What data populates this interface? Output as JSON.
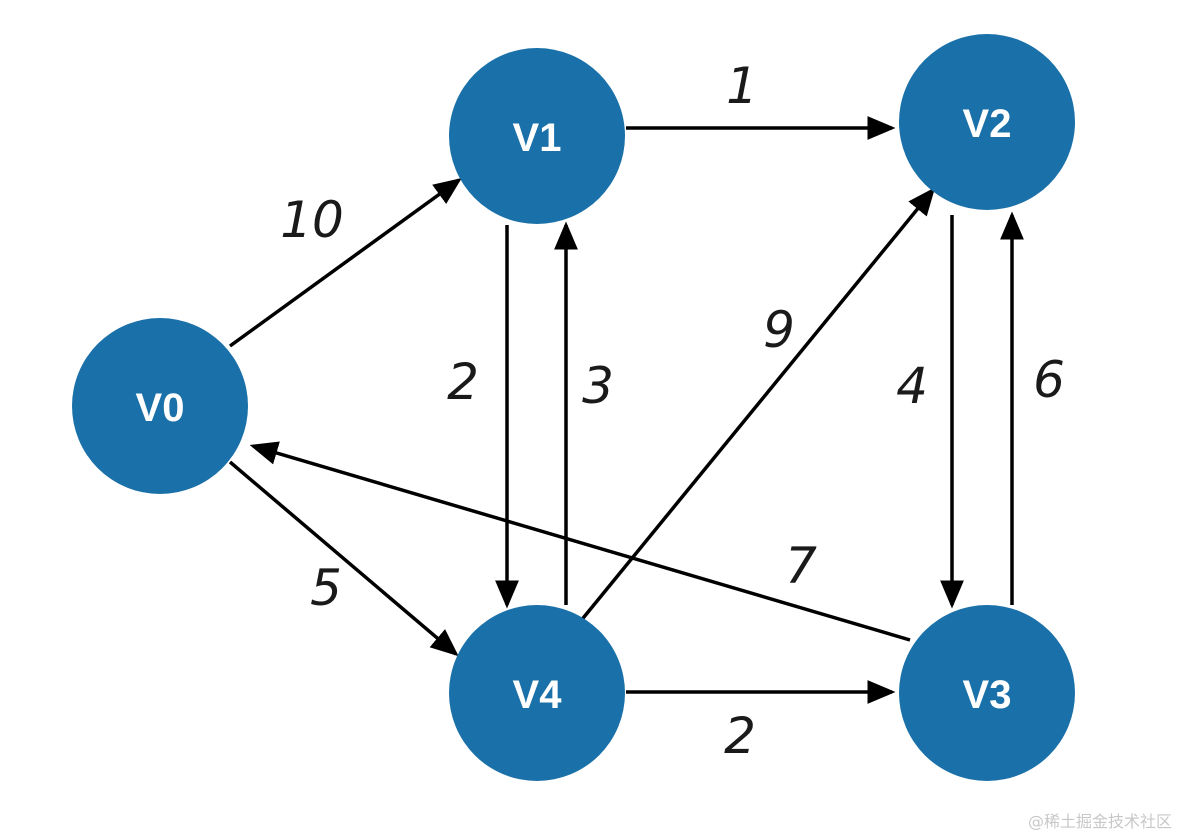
{
  "graph": {
    "nodes": [
      {
        "id": "V0",
        "label": "V0"
      },
      {
        "id": "V1",
        "label": "V1"
      },
      {
        "id": "V2",
        "label": "V2"
      },
      {
        "id": "V3",
        "label": "V3"
      },
      {
        "id": "V4",
        "label": "V4"
      }
    ],
    "edges": [
      {
        "from": "V0",
        "to": "V1",
        "weight": "10"
      },
      {
        "from": "V1",
        "to": "V2",
        "weight": "1"
      },
      {
        "from": "V1",
        "to": "V4",
        "weight": "2"
      },
      {
        "from": "V4",
        "to": "V1",
        "weight": "3"
      },
      {
        "from": "V4",
        "to": "V2",
        "weight": "9"
      },
      {
        "from": "V2",
        "to": "V3",
        "weight": "4"
      },
      {
        "from": "V3",
        "to": "V2",
        "weight": "6"
      },
      {
        "from": "V3",
        "to": "V0",
        "weight": "7"
      },
      {
        "from": "V0",
        "to": "V4",
        "weight": "5"
      },
      {
        "from": "V4",
        "to": "V3",
        "weight": "2"
      }
    ],
    "node_color": "#1a70a8",
    "edge_color": "#000000"
  },
  "watermark": "@稀土掘金技术社区"
}
